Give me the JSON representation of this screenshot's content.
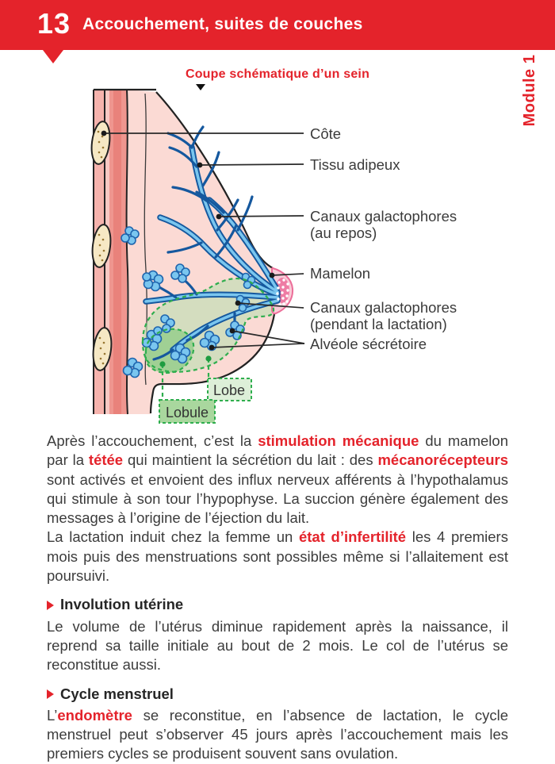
{
  "header": {
    "chapter_number": "13",
    "chapter_title": "Accouchement, suites de couches",
    "module_label": "Module 1"
  },
  "figure": {
    "title": "Coupe schématique d’un sein",
    "labels": {
      "cote": "Côte",
      "tissu_adipeux": "Tissu adipeux",
      "canaux_repos_line1": "Canaux galactophores",
      "canaux_repos_line2": "(au repos)",
      "mamelon": "Mamelon",
      "canaux_lactation_line1": "Canaux galactophores",
      "canaux_lactation_line2": "(pendant la lactation)",
      "alveole": "Alvéole sécrétoire",
      "lobe": "Lobe",
      "lobule": "Lobule"
    }
  },
  "content": {
    "p1": {
      "s0": "Après l’accouchement, c’est la ",
      "s1": "stimulation mécanique",
      "s2": " du mamelon par la ",
      "s3": "tétée",
      "s4": " qui maintient la sécrétion du lait : des ",
      "s5": "mécanorécepteurs",
      "s6": " sont activés et envoient des influx nerveux afférents à l’hypothalamus qui stimule à son tour l’hypophyse. La succion génère également des messages à l’origine de l’éjection du lait."
    },
    "p2": {
      "s0": "La lactation induit chez la femme un ",
      "s1": "état d’infertilité",
      "s2": " les 4 premiers mois puis des menstruations sont possibles même si l’allaitement est poursuivi."
    },
    "heading_involution": "Involution utérine",
    "p3": "Le volume de l’utérus diminue rapidement après la naissance, il reprend sa taille initiale au bout de 2 mois. Le col de l’utérus se reconstitue aussi.",
    "heading_cycle": "Cycle menstruel",
    "p4": {
      "s0": "L’",
      "s1": "endomètre",
      "s2": " se reconstitue, en l’absence de lactation, le cycle menstruel peut s’observer 45 jours après l’accouchement mais les premiers cycles se produisent souvent sans ovulation."
    }
  },
  "colors": {
    "accent_red": "#E4232B",
    "text_color": "#3C3C3C",
    "duct_blue_fill": "#7AC6EF",
    "duct_blue_outline": "#1E64AD",
    "breast_pink": "#FBDAD4",
    "muscle_pink": "#EF968F",
    "rib_beige": "#F6E8C4",
    "green_accent": "#2FAE4E",
    "lobe_box_fill": "#DDEFD8",
    "lobule_box_fill": "#A9D79E",
    "nipple_pink": "#EE7CA4"
  }
}
